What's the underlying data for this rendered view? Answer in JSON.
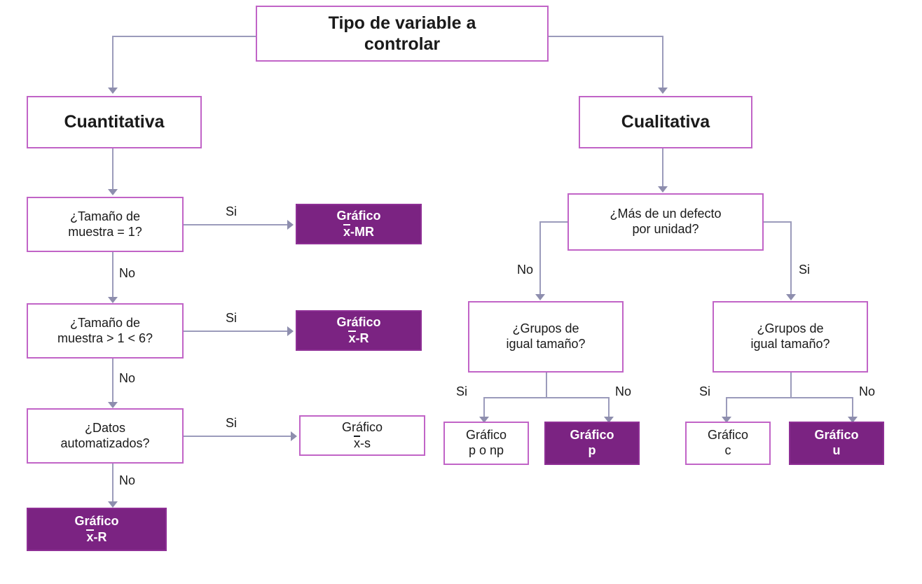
{
  "diagram": {
    "title": "Tipo de variable a controlar",
    "colors": {
      "box_border": "#c164c7",
      "box_fill_white": "#ffffff",
      "box_fill_purple": "#7b2382",
      "connector": "#9b9bbb",
      "text_dark": "#1a1a1a",
      "text_light": "#ffffff"
    },
    "nodes": {
      "root": {
        "line1": "Tipo de variable a",
        "line2": "controlar"
      },
      "cuantitativa": {
        "label": "Cuantitativa"
      },
      "cualitativa": {
        "label": "Cualitativa"
      },
      "q_tamano_1": {
        "line1": "¿Tamaño de",
        "line2": "muestra = 1?"
      },
      "q_tamano_1_6": {
        "line1": "¿Tamaño de",
        "line2": "muestra > 1 < 6?"
      },
      "q_datos_auto": {
        "line1": "¿Datos",
        "line2": "automatizados?"
      },
      "q_mas_defecto": {
        "line1": "¿Más de un defecto",
        "line2": "por unidad?"
      },
      "q_grupos_izq": {
        "line1": "¿Grupos de",
        "line2": "igual tamaño?"
      },
      "q_grupos_der": {
        "line1": "¿Grupos de",
        "line2": "igual tamaño?"
      },
      "out_x_mr": {
        "line1": "Gráfico",
        "bar": "x",
        "rest": "-MR"
      },
      "out_xbar_r_1": {
        "line1": "Gráfico",
        "bar": "x",
        "rest": "-R"
      },
      "out_xbar_s": {
        "line1": "Gráfico",
        "bar": "x",
        "rest": "-s"
      },
      "out_xbar_r_2": {
        "line1": "Gráfico",
        "bar": "x",
        "rest": "-R"
      },
      "out_p_np": {
        "line1": "Gráfico",
        "line2": "p o np"
      },
      "out_p": {
        "line1": "Gráfico",
        "line2": "p"
      },
      "out_c": {
        "line1": "Gráfico",
        "line2": "c"
      },
      "out_u": {
        "line1": "Gráfico",
        "line2": "u"
      }
    },
    "edge_labels": {
      "si_tamano_1": "Si",
      "no_tamano_1": "No",
      "si_tamano_1_6": "Si",
      "no_tamano_1_6": "No",
      "si_datos_auto": "Si",
      "no_datos_auto": "No",
      "no_mas_defecto": "No",
      "si_mas_defecto": "Si",
      "si_grupos_izq": "Si",
      "no_grupos_izq": "No",
      "si_grupos_der": "Si",
      "no_grupos_der": "No"
    }
  }
}
